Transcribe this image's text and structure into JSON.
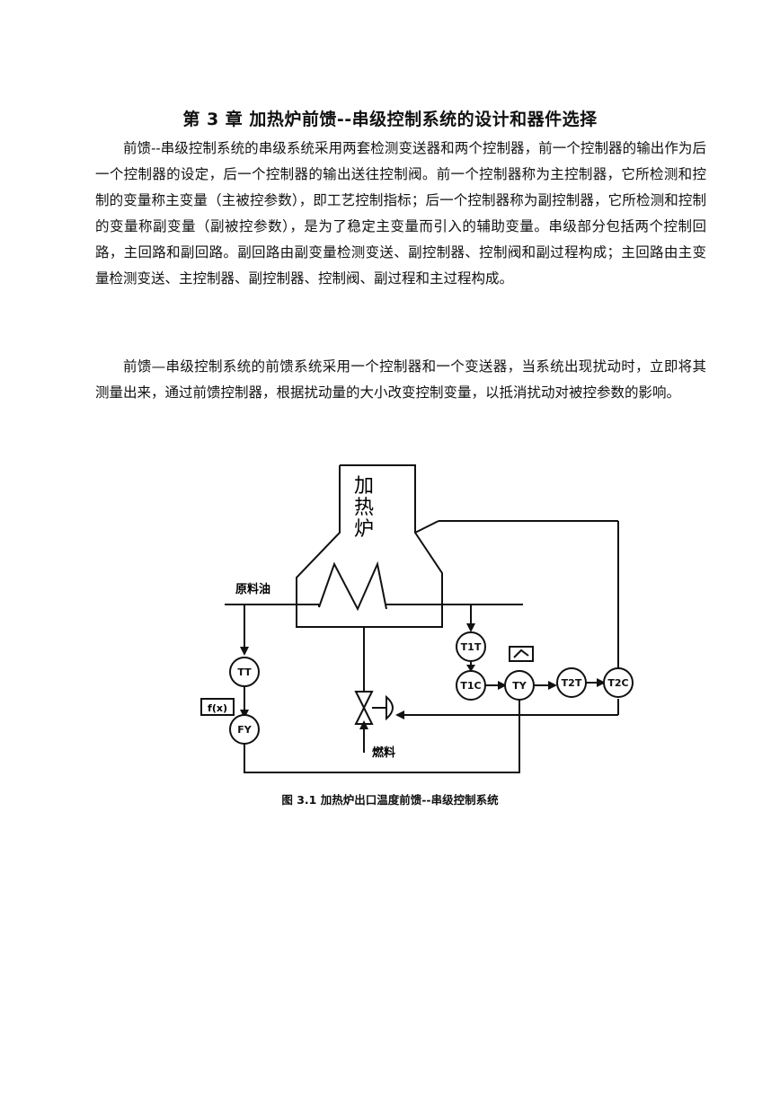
{
  "document": {
    "chapter_title": "第 3 章    加热炉前馈--串级控制系统的设计和器件选择",
    "paragraphs": [
      "前馈--串级控制系统的串级系统采用两套检测变送器和两个控制器，前一个控制器的输出作为后一个控制器的设定，后一个控制器的输出送往控制阀。前一个控制器称为主控制器，它所检测和控制的变量称主变量（主被控参数），即工艺控制指标；后一个控制器称为副控制器，它所检测和控制的变量称副变量（副被控参数），是为了稳定主变量而引入的辅助变量。串级部分包括两个控制回路，主回路和副回路。副回路由副变量检测变送、副控制器、控制阀和副过程构成；主回路由主变量检测变送、主控制器、副控制器、控制阀、副过程和主过程构成。",
      "前馈—串级控制系统的前馈系统采用一个控制器和一个变送器，当系统出现扰动时，立即将其测量出来，通过前馈控制器，根据扰动量的大小改变控制变量，以抵消扰动对被控参数的影响。"
    ],
    "figure_caption": "图 3.1 加热炉出口温度前馈--串级控制系统"
  },
  "diagram": {
    "furnace_label": [
      "加",
      "热",
      "炉"
    ],
    "feed_label": "原料油",
    "fuel_label": "燃料",
    "function_box": "f(x)",
    "instruments": {
      "tt": "TT",
      "fy": "FY",
      "t1t": "T1T",
      "t1c": "T1C",
      "ty": "TY",
      "t2t": "T2T",
      "t2c": "T2C"
    }
  }
}
